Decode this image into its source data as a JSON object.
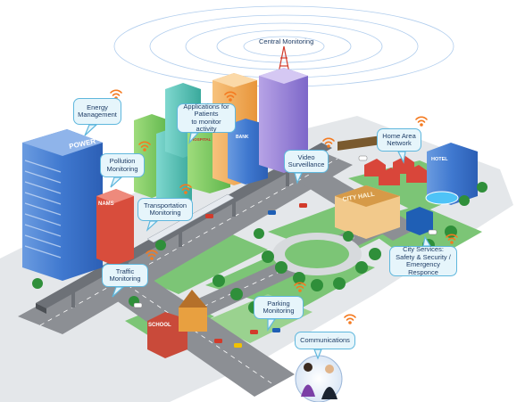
{
  "labels": {
    "central_monitoring": "Central Monitoring",
    "energy_management": "Energy\nManagement",
    "applications_patients": "Applications for\nPatients\nto monitor activity",
    "pollution_monitoring": "Pollution\nMonitoring",
    "transportation_monitoring": "Transportation\nMonitoring",
    "video_surveillance": "Video\nSurveillance",
    "home_area_network": "Home Area\nNetwork",
    "city_services": "City Services:\nSafety & Security /\nEmergency Responce",
    "traffic_monitoring": "Traffic\nMonitoring",
    "parking_monitoring": "Parking\nMonitoring",
    "communications": "Communications"
  },
  "signs": {
    "power": "POWER",
    "hospital": "HOSPITAL",
    "bank": "BANK",
    "nams": "NAMS",
    "city_hall": "CITY HALL",
    "school": "SCHOOL",
    "hotel": "HOTEL"
  },
  "colors": {
    "road": "#8c8f94",
    "grass": "#7cc576",
    "sidewalk": "#d7dadd",
    "callout_border": "#5fb7dd",
    "wifi": "#f47a20"
  }
}
